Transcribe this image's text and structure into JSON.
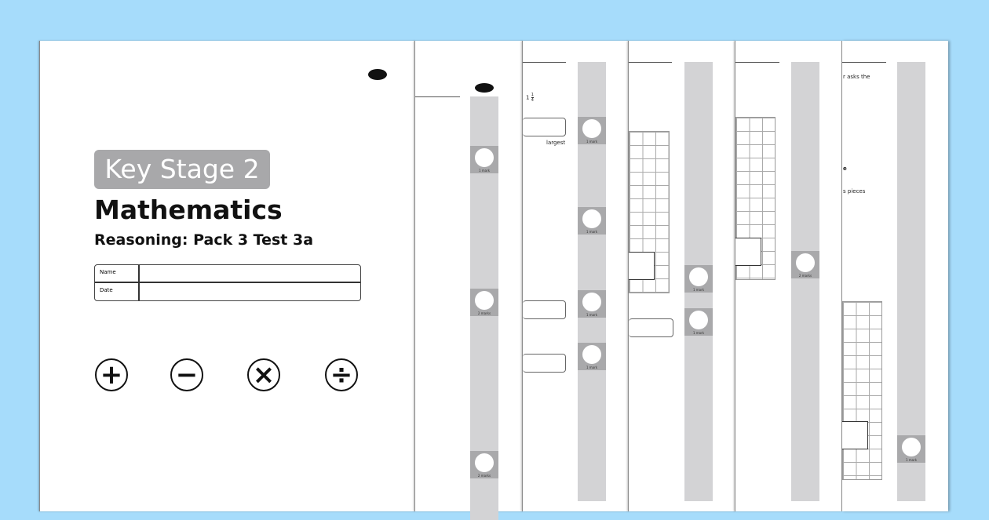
{
  "background_color": "#a6dcfb",
  "cover": {
    "badge": "Key Stage 2",
    "title": "Mathematics",
    "subtitle": "Reasoning: Pack 3 Test 3a",
    "fields": [
      {
        "label": "Name"
      },
      {
        "label": "Date"
      }
    ],
    "operators": [
      {
        "icon": "plus-icon",
        "symbol": "+"
      },
      {
        "icon": "minus-icon",
        "symbol": "−"
      },
      {
        "icon": "times-icon",
        "symbol": "×"
      },
      {
        "icon": "divide-icon",
        "symbol": "÷"
      }
    ]
  },
  "marks": {
    "one": "1 mark",
    "two": "2 marks"
  },
  "page3": {
    "fraction_whole": "1",
    "fraction_num": "1",
    "fraction_den": "4",
    "largest": "largest"
  },
  "page6": {
    "line1": "r asks the",
    "line2": "e",
    "line3": "s pieces"
  }
}
